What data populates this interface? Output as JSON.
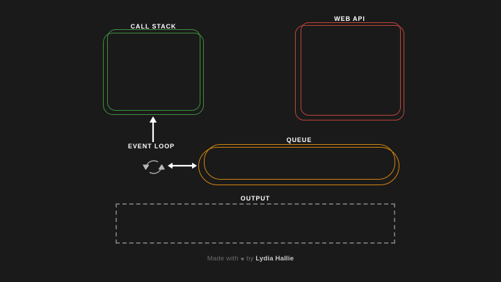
{
  "theme": {
    "background": "#1a1a1a",
    "text": "#ffffff",
    "muted": "#6b6b6b",
    "callstack_color": "#3d9140",
    "webapi_color": "#c0453a",
    "queue_color": "#d4870f",
    "output_color": "#6f6f6f"
  },
  "panels": {
    "call_stack": {
      "title": "CALL STACK",
      "items": []
    },
    "web_api": {
      "title": "WEB API",
      "items": []
    },
    "queue": {
      "title": "QUEUE",
      "items": []
    },
    "output": {
      "title": "OUTPUT",
      "lines": []
    }
  },
  "event_loop": {
    "label": "EVENT LOOP",
    "icon": "circular-arrows-icon",
    "arrow_to_call_stack": "arrow-up-icon",
    "arrow_to_queue": "arrow-left-right-icon"
  },
  "footer": {
    "prefix": "Made with",
    "heart": "♥",
    "middle": "by",
    "author": "Lydia Hallie"
  }
}
